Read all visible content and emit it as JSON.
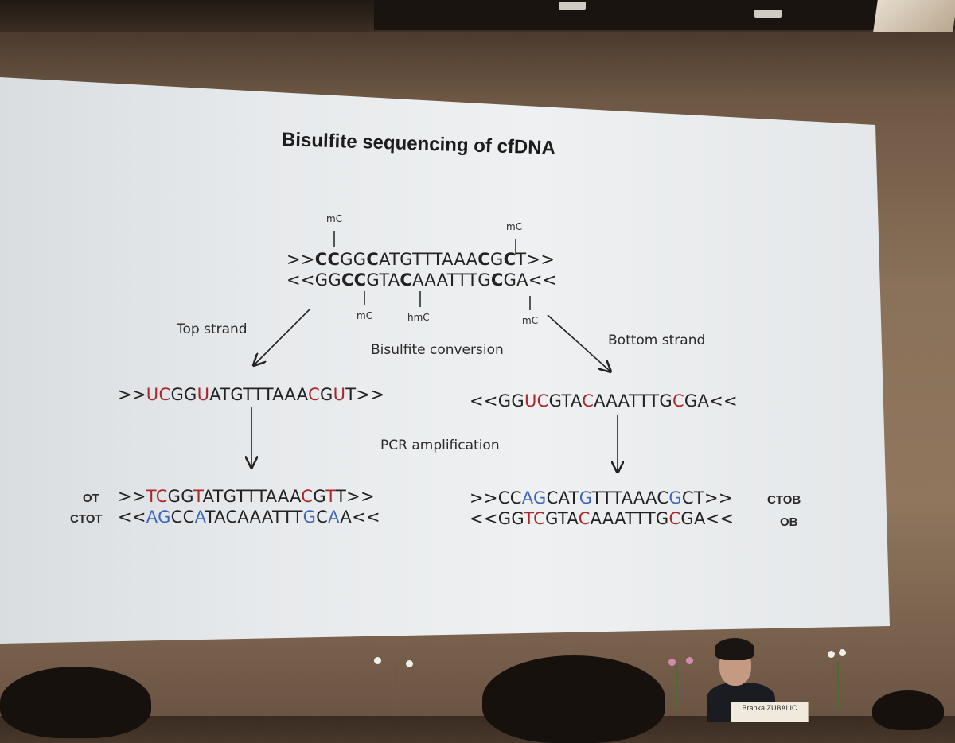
{
  "slide": {
    "title": "Bisulfite sequencing of cfDNA",
    "marks": {
      "top_mc_1": "mC",
      "top_mc_2": "mC",
      "bottom_mc_1": "mC",
      "bottom_hmc": "hmC",
      "bottom_mc_2": "mC"
    },
    "labels": {
      "top_strand": "Top strand",
      "bottom_strand": "Bottom strand",
      "bisulfite_conversion": "Bisulfite conversion",
      "pcr_amplification": "PCR amplification"
    },
    "sequences": {
      "original_top": ">>CCGGCATGTTTAAACGCT>>",
      "original_bottom": "<<GGCCGTACAAATTTGCGA<<",
      "converted_top": ">>UCGGUATGTTTAAACGUT>>",
      "converted_bottom": "<<GGUCGTACAAATTTGCGA<<",
      "ot": ">>TCGGTATGTTTAAACGTT>>",
      "ctot": "<<AGCCATACAAATTTGCAA<<",
      "ctob": ">>CCAGCATGTTTAAACGCT>>",
      "ob": "<<GGTCGTACAAATTTGCGA<<"
    },
    "strand_tags": {
      "ot": "OT",
      "ctot": "CTOT",
      "ctob": "CTOB",
      "ob": "OB"
    },
    "colors": {
      "converted": "#a8282c",
      "complement": "#3f66b8",
      "text": "#222222",
      "screen": "#e9ecee"
    }
  },
  "room": {
    "nameplate": "Branka ZUBALIC"
  }
}
